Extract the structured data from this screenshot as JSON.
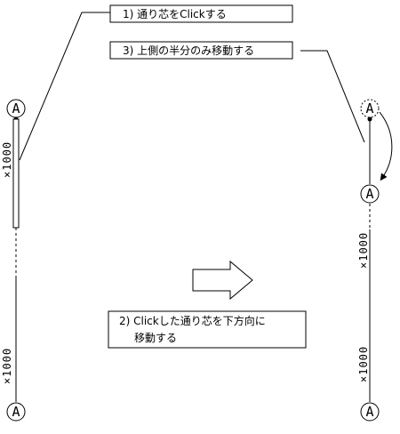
{
  "callouts": {
    "step1": "1) 通り芯をClickする",
    "step3": "3) 上側の半分のみ移動する",
    "step2_line1": "2) Clickした通り芯を下方向に",
    "step2_line2": "移動する"
  },
  "bubbles": {
    "left_top": "A",
    "left_bottom": "A",
    "right_ghost": "A",
    "right_moved": "A",
    "right_bottom": "A"
  },
  "dimensions": {
    "left_upper": "×1000",
    "left_lower": "×1000",
    "right_upper": "×1000",
    "right_lower": "×1000"
  },
  "icons": {
    "transition_arrow": "right-arrow-outline-icon",
    "move_arrow": "curved-down-arrow-icon"
  }
}
